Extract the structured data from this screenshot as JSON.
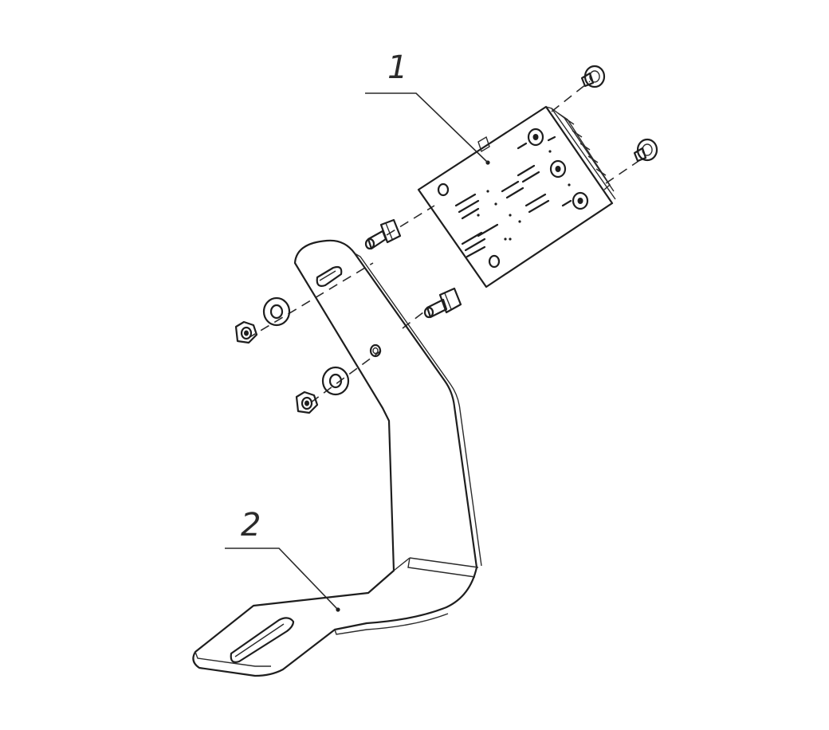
{
  "callouts": [
    {
      "id": "1",
      "label": "1"
    },
    {
      "id": "2",
      "label": "2"
    }
  ],
  "colors": {
    "line": "#1e1e1e",
    "background": "#ffffff"
  }
}
